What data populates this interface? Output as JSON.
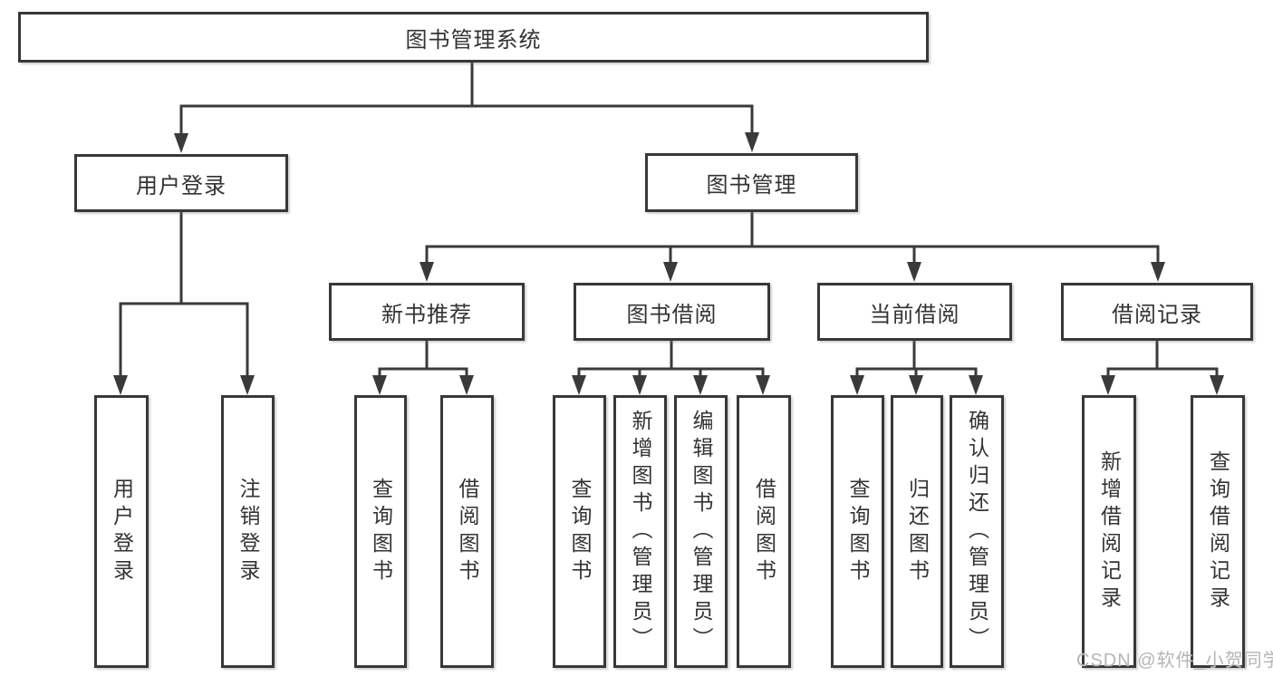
{
  "nodes": {
    "root": "图书管理系统",
    "user_login": "用户登录",
    "book_mgmt": "图书管理",
    "new_book_rec": "新书推荐",
    "book_borrow": "图书借阅",
    "current_borrow": "当前借阅",
    "borrow_record": "借阅记录",
    "leaves": {
      "user_login": "用户登录",
      "logout": "注销登录",
      "query_book_recommend": "查询图书",
      "borrow_book_recommend": "借阅图书",
      "query_book_borrow": "查询图书",
      "add_book_admin": "新增图书（管理员）",
      "edit_book_admin": "编辑图书（管理员）",
      "borrow_book_borrow": "借阅图书",
      "query_book_current": "查询图书",
      "return_book": "归还图书",
      "confirm_return_admin": "确认归还（管理员）",
      "add_borrow_record": "新增借阅记录",
      "query_borrow_record": "查询借阅记录"
    }
  },
  "watermark": "CSDN @软件_小贺同学",
  "colors": {
    "line": "#3a3a3a",
    "box_border": "#383838",
    "text": "#333333",
    "watermark": "#b5b5b5",
    "background": "#ffffff"
  }
}
